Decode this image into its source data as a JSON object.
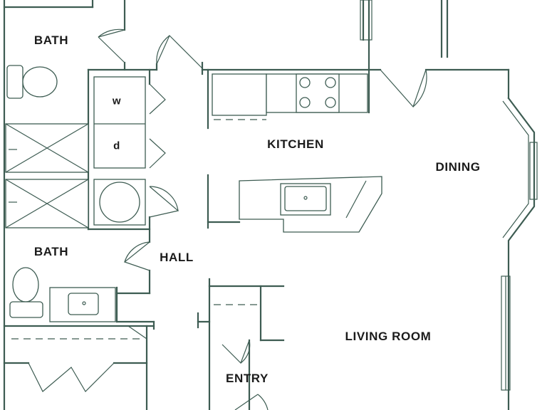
{
  "rooms": {
    "bath_upper": "BATH",
    "bath_lower": "BATH",
    "kitchen": "KITCHEN",
    "dining": "DINING",
    "hall": "HALL",
    "living_room": "LIVING ROOM",
    "entry": "ENTRY"
  },
  "appliances": {
    "washer": "w",
    "dryer": "d"
  },
  "colors": {
    "line": "#3d5c52",
    "text": "#1b1b1b",
    "background": "#ffffff"
  }
}
